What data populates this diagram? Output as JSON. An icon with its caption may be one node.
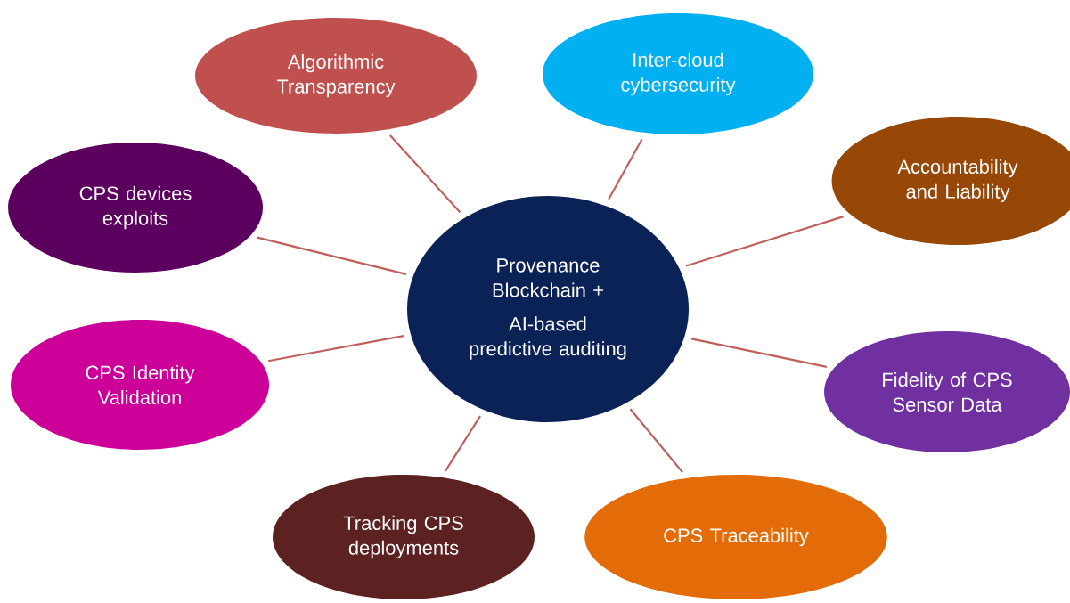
{
  "diagram": {
    "nodes": [
      {
        "text": [
          "Provenance Blockchain +",
          "AI-based predictive auditing"
        ]
      },
      {
        "text": [
          "Algorithmic Transparency"
        ]
      },
      {
        "text": [
          "Inter-cloud cybersecurity"
        ]
      },
      {
        "text": [
          "CPS devices exploits"
        ]
      },
      {
        "text": [
          "Accountability and Liability"
        ]
      },
      {
        "text": [
          "CPS Identity Validation"
        ]
      },
      {
        "text": [
          "Fidelity of CPS Sensor Data"
        ]
      },
      {
        "text": [
          "Tracking CPS deployments"
        ]
      },
      {
        "text": [
          "CPS Traceability"
        ]
      }
    ],
    "edges": [
      {
        "from": 0,
        "to": 1,
        "arrow": "none"
      },
      {
        "from": 0,
        "to": 2,
        "arrow": "none"
      },
      {
        "from": 0,
        "to": 3,
        "arrow": "none"
      },
      {
        "from": 0,
        "to": 4,
        "arrow": "none"
      },
      {
        "from": 0,
        "to": 5,
        "arrow": "none"
      },
      {
        "from": 0,
        "to": 6,
        "arrow": "none"
      },
      {
        "from": 0,
        "to": 7,
        "arrow": "none"
      },
      {
        "from": 0,
        "to": 8,
        "arrow": "none"
      }
    ]
  }
}
